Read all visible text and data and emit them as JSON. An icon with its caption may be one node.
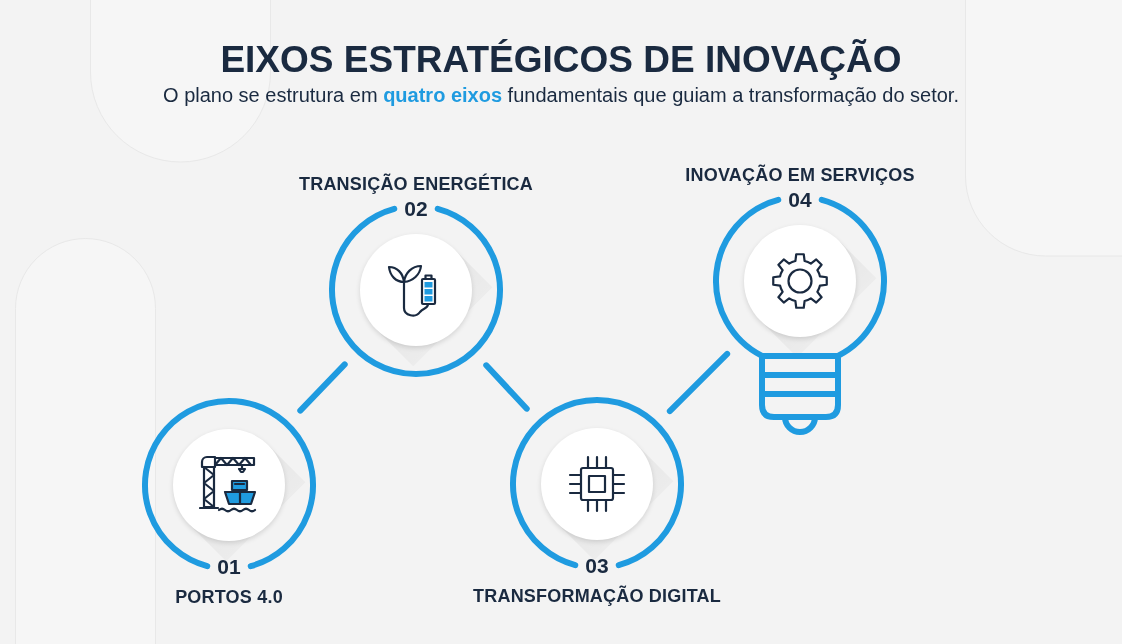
{
  "diagram": {
    "title": "EIXOS ESTRATÉGICOS DE INOVAÇÃO",
    "nodes": [
      {
        "text": [
          "01",
          "PORTOS 4.0"
        ]
      },
      {
        "text": [
          "TRANSIÇÃO ENERGÉTICA",
          "02"
        ]
      },
      {
        "text": [
          "03",
          "TRANSFORMAÇÃO DIGITAL"
        ]
      },
      {
        "text": [
          "INOVAÇÃO EM SERVIÇOS",
          "04"
        ]
      }
    ],
    "edges": [
      {
        "from": 0,
        "to": 1,
        "arrow": "none"
      },
      {
        "from": 1,
        "to": 2,
        "arrow": "none"
      },
      {
        "from": 2,
        "to": 3,
        "arrow": "none"
      }
    ],
    "labels": [
      "O plano se estrutura em **quatro eixos** fundamentais que guiam a transformação do setor."
    ]
  }
}
